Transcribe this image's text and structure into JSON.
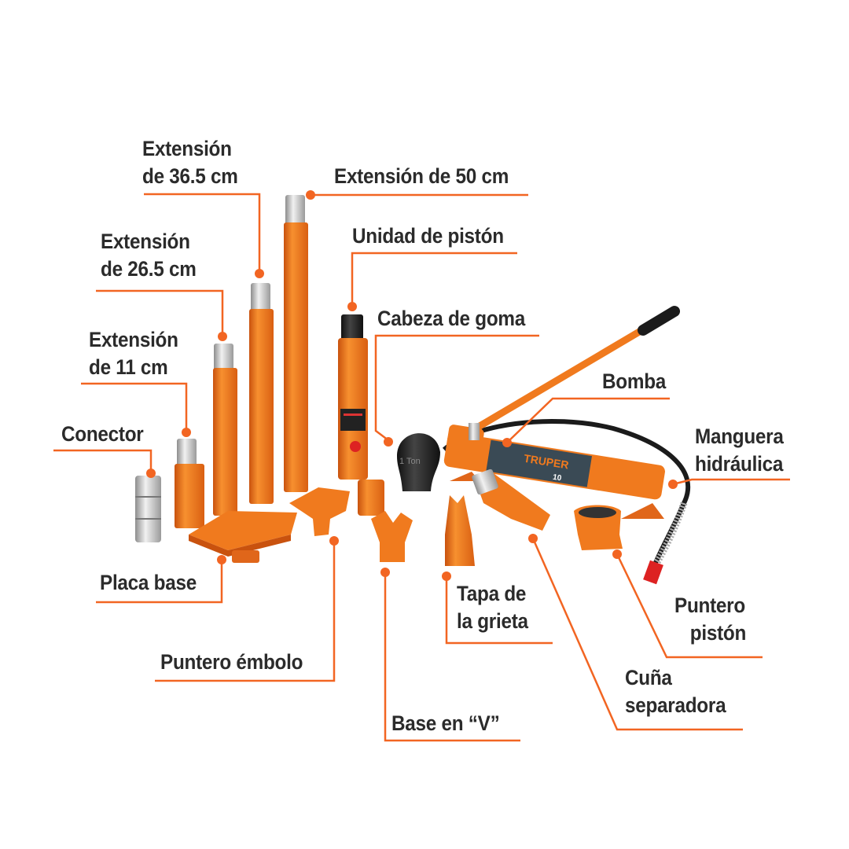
{
  "labels": {
    "ext365": [
      "Extensión",
      "de 36.5 cm"
    ],
    "ext50": "Extensión de 50 cm",
    "ext265": [
      "Extensión",
      "de 26.5 cm"
    ],
    "piston": "Unidad de pistón",
    "ext11": [
      "Extensión",
      "de 11 cm"
    ],
    "cabeza": "Cabeza de goma",
    "bomba": "Bomba",
    "conector": "Conector",
    "manguera": [
      "Manguera",
      "hidráulica"
    ],
    "placa": "Placa base",
    "tapa": [
      "Tapa de",
      "la grieta"
    ],
    "puntero_piston": [
      "Puntero",
      "pistón"
    ],
    "puntero_embolo": "Puntero émbolo",
    "cuna": [
      "Cuña",
      "separadora"
    ],
    "base_v": "Base en “V”"
  },
  "product": {
    "brand": "TRUPER",
    "head_marking": "1 Ton",
    "capacity_marking": "10"
  },
  "colors": {
    "accent": "#f26522",
    "tool_orange": "#f07a1e",
    "text": "#2b2b2b",
    "steel": "#c9c9c9",
    "rubber": "#1c1c1c",
    "pump_label": "#3a4a55"
  }
}
